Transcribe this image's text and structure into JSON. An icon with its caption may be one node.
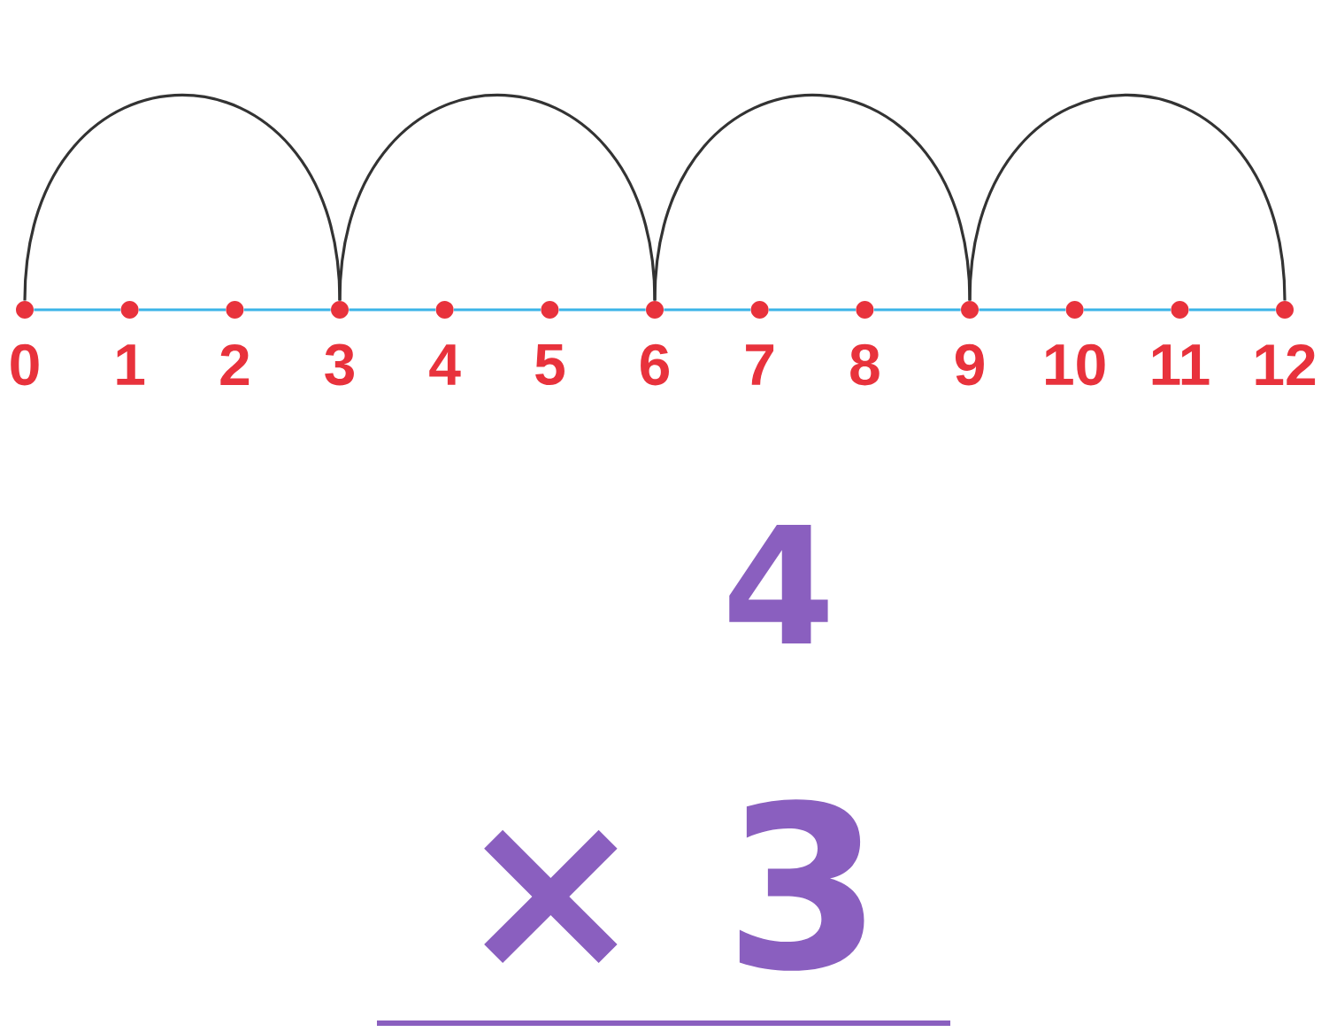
{
  "diagram": {
    "nodes": [
      {
        "text": [],
        "shape": "circle"
      },
      {
        "text": [],
        "shape": "circle"
      },
      {
        "text": [],
        "shape": "circle"
      },
      {
        "text": [],
        "shape": "circle"
      },
      {
        "text": [],
        "shape": "circle"
      },
      {
        "text": [],
        "shape": "circle"
      },
      {
        "text": [],
        "shape": "circle"
      },
      {
        "text": [],
        "shape": "circle"
      },
      {
        "text": [],
        "shape": "circle"
      },
      {
        "text": [],
        "shape": "circle"
      },
      {
        "text": [],
        "shape": "circle"
      },
      {
        "text": [],
        "shape": "circle"
      },
      {
        "text": [],
        "shape": "circle"
      }
    ],
    "edges": [
      {
        "from": 0,
        "to": 1,
        "arrow": "none"
      },
      {
        "from": 1,
        "to": 2,
        "arrow": "none"
      },
      {
        "from": 2,
        "to": 3,
        "arrow": "none"
      },
      {
        "from": 3,
        "to": 4,
        "arrow": "none"
      },
      {
        "from": 4,
        "to": 5,
        "arrow": "none"
      },
      {
        "from": 5,
        "to": 6,
        "arrow": "none"
      },
      {
        "from": 6,
        "to": 7,
        "arrow": "none"
      },
      {
        "from": 7,
        "to": 8,
        "arrow": "none"
      },
      {
        "from": 8,
        "to": 9,
        "arrow": "none"
      },
      {
        "from": 9,
        "to": 10,
        "arrow": "none"
      },
      {
        "from": 10,
        "to": 11,
        "arrow": "none"
      },
      {
        "from": 11,
        "to": 12,
        "arrow": "none"
      },
      {
        "from": 0,
        "to": 3,
        "arrow": "none",
        "color": "#333333"
      },
      {
        "from": 3,
        "to": 6,
        "arrow": "none",
        "color": "#333333"
      },
      {
        "from": 6,
        "to": 9,
        "arrow": "none",
        "color": "#333333"
      },
      {
        "from": 9,
        "to": 12,
        "arrow": "none",
        "color": "#333333"
      }
    ],
    "labels": [
      "0",
      "1",
      "2",
      "3",
      "4",
      "5",
      "6",
      "7",
      "8",
      "9",
      "10",
      "11",
      "12",
      "4",
      "× 3"
    ]
  }
}
